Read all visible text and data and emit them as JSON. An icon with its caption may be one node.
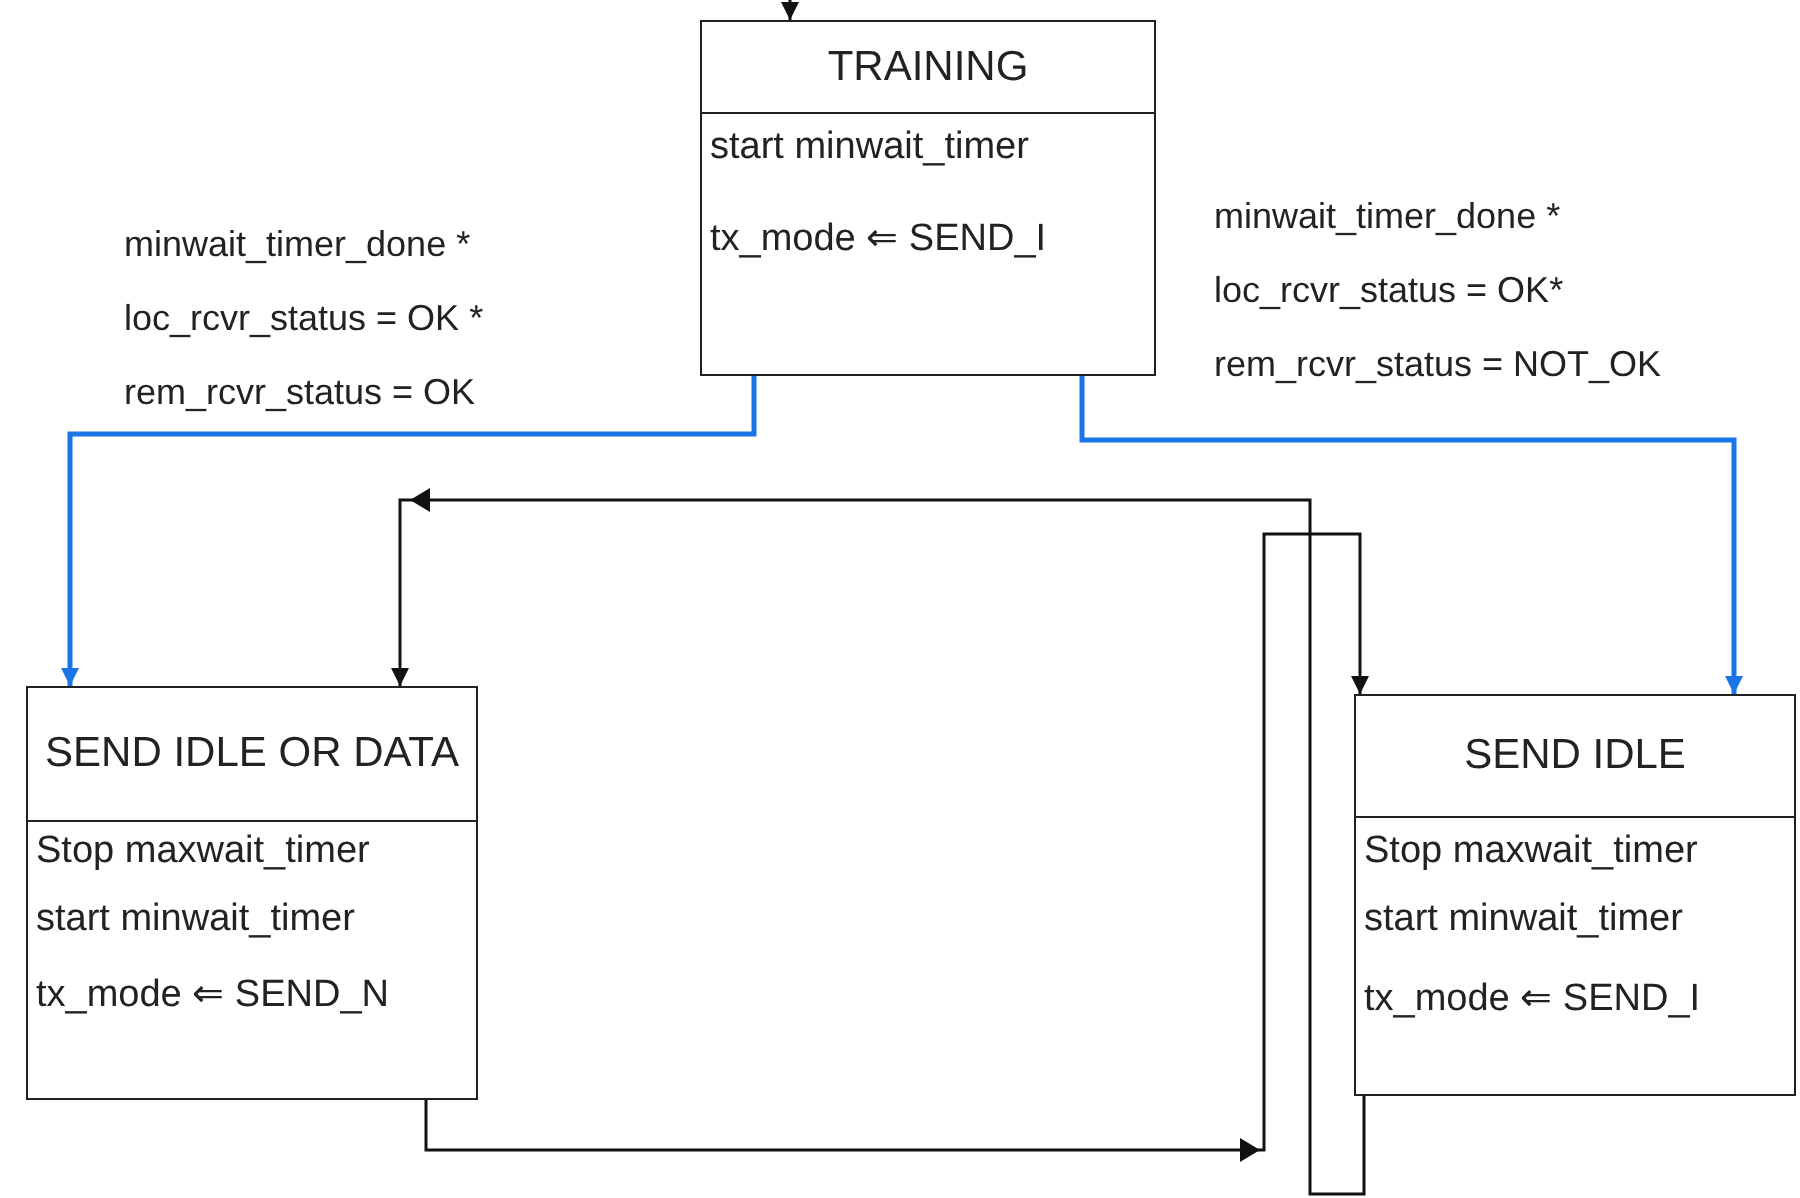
{
  "diagram": {
    "nodes": [
      {
        "text": [
          "TRAINING",
          "start minwait_timer",
          "tx_mode ⇐ SEND_I"
        ]
      },
      {
        "text": [
          "SEND IDLE OR DATA",
          "Stop maxwait_timer",
          "start minwait_timer",
          "tx_mode ⇐ SEND_N"
        ]
      },
      {
        "text": [
          "SEND IDLE",
          "Stop maxwait_timer",
          "start minwait_timer",
          "tx_mode ⇐ SEND_I"
        ]
      }
    ],
    "edges": [
      {
        "from": null,
        "to": 0,
        "arrow": "to"
      },
      {
        "from": 0,
        "to": 1,
        "arrow": "to",
        "color": "#1a75e8",
        "label": "minwait_timer_done * loc_rcvr_status = OK * rem_rcvr_status = OK"
      },
      {
        "from": 0,
        "to": 2,
        "arrow": "to",
        "color": "#1a75e8",
        "label": "minwait_timer_done * loc_rcvr_status = OK* rem_rcvr_status = NOT_OK"
      },
      {
        "from": 1,
        "to": 2,
        "arrow": "to"
      },
      {
        "from": 2,
        "to": 1,
        "arrow": "to"
      }
    ]
  }
}
